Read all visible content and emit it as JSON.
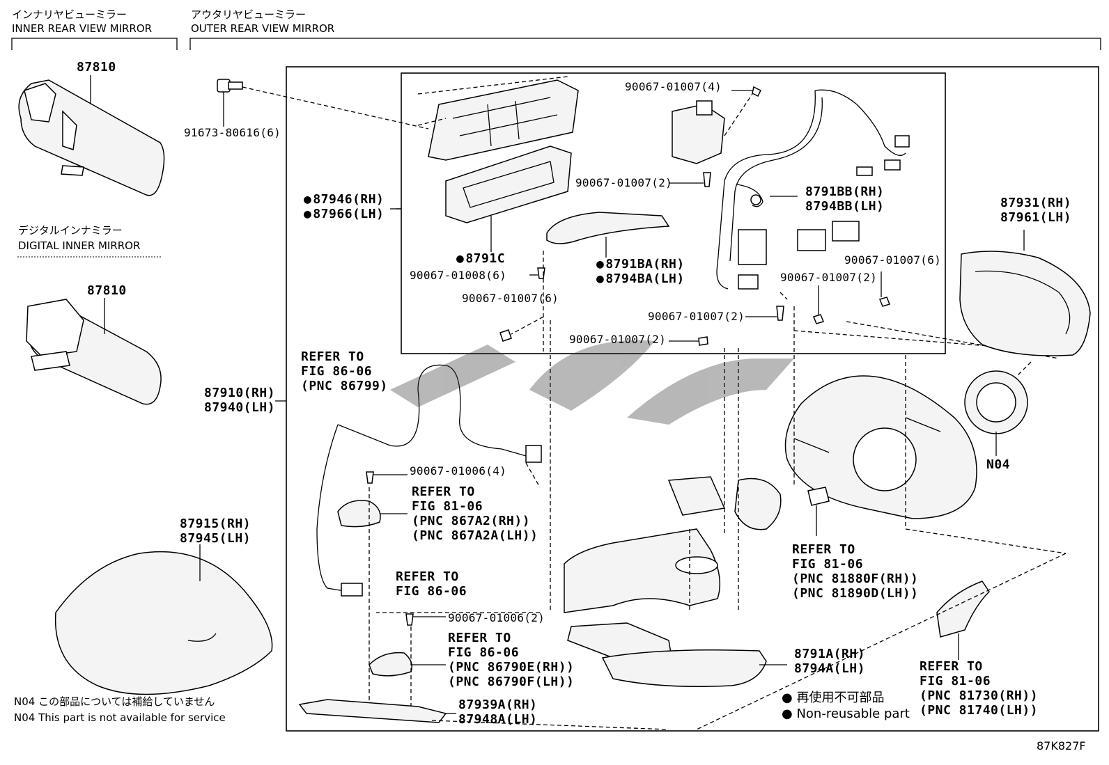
{
  "headers": {
    "inner_jp": "インナリヤビューミラー",
    "inner_en": "INNER REAR VIEW MIRROR",
    "outer_jp": "アウタリヤビューミラー",
    "outer_en": "OUTER REAR VIEW MIRROR",
    "digital_jp": "デジタルインナミラー",
    "digital_en": "DIGITAL INNER MIRROR"
  },
  "parts": {
    "p87810a": "87810",
    "p87810b": "87810",
    "p91673": "91673-80616(6)",
    "p87946": "87946(RH)",
    "p87966": "87966(LH)",
    "p8791c": "8791C",
    "p90067_01008": "90067-01008(6)",
    "p90067_6a": "90067-01007(6)",
    "p90067_4": "90067-01007(4)",
    "p90067_2a": "90067-01007(2)",
    "p8791bb": "8791BB(RH)",
    "p8794bb": "8794BB(LH)",
    "p8791ba": "8791BA(RH)",
    "p8794ba": "8794BA(LH)",
    "p90067_6b": "90067-01007(6)",
    "p90067_2b": "90067-01007(2)",
    "p90067_2c": "90067-01007(2)",
    "p90067_2d": "90067-01007(2)",
    "p87931": "87931(RH)",
    "p87961": "87961(LH)",
    "p87910": "87910(RH)",
    "p87940": "87940(LH)",
    "p90067_01006_4": "90067-01006(4)",
    "p87915": "87915(RH)",
    "p87945": "87945(LH)",
    "p90067_01006_2": "90067-01006(2)",
    "p8791a": "8791A(RH)",
    "p8794a": "8794A(LH)",
    "p87939a": "87939A(RH)",
    "p87948a": "87948A(LH)",
    "n04": "N04"
  },
  "refs": {
    "r1": [
      "REFER TO",
      "FIG 86-06",
      "(PNC 86799)"
    ],
    "r2": [
      "REFER TO",
      "FIG 81-06",
      "(PNC 867A2(RH))",
      "(PNC 867A2A(LH))"
    ],
    "r3": [
      "REFER TO",
      "FIG 86-06"
    ],
    "r4": [
      "REFER TO",
      "FIG 86-06",
      "(PNC 86790E(RH))",
      "(PNC 86790F(LH))"
    ],
    "r5": [
      "REFER TO",
      "FIG 81-06",
      "(PNC 81880F(RH))",
      "(PNC 81890D(LH))"
    ],
    "r6": [
      "REFER TO",
      "FIG 81-06",
      "(PNC 81730(RH))",
      "(PNC 81740(LH))"
    ]
  },
  "legend": {
    "jp": "再使用不可部品",
    "en": "Non-reusable part"
  },
  "notes": {
    "n04_jp": "N04 この部品については補給していません",
    "n04_en": "N04 This part is not available for service"
  },
  "figure_id": "87K827F"
}
